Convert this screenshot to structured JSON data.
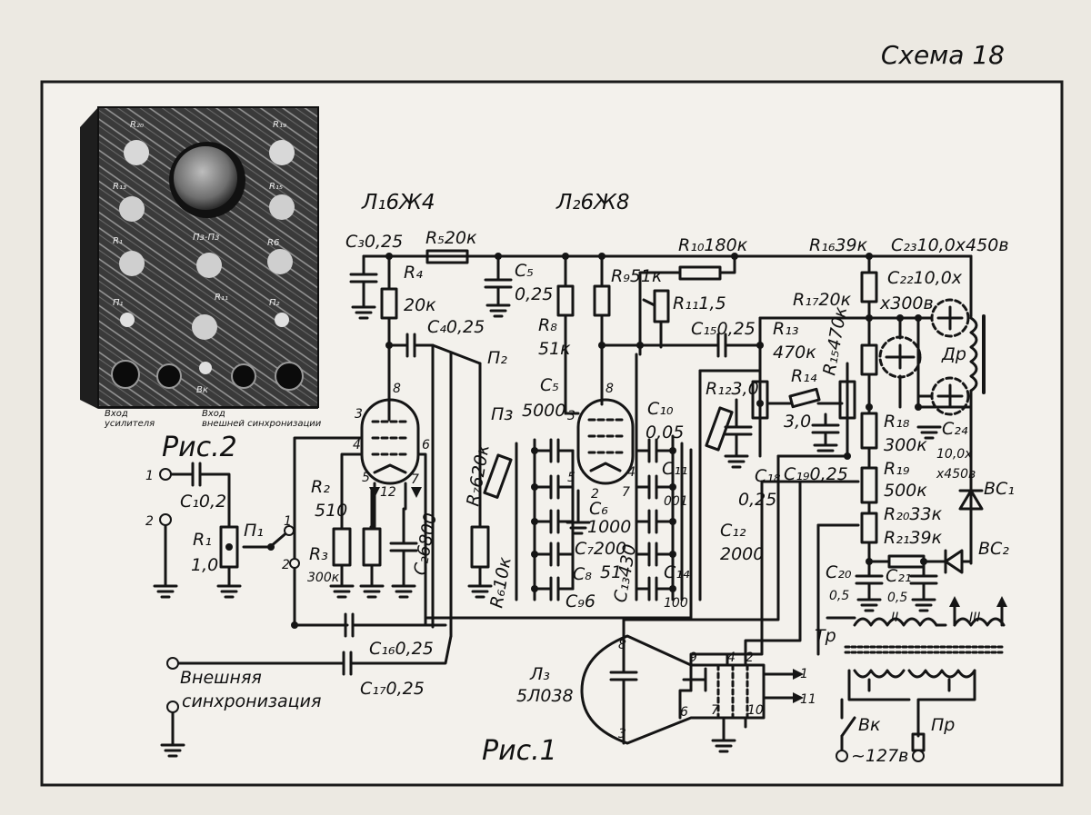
{
  "scheme_title": "Схема 18",
  "fig1_label": "Рис.1",
  "fig2_label": "Рис.2",
  "tubes": {
    "l1": "Л₁6Ж4",
    "l2": "Л₂6Ж8",
    "l3_name": "Л₃",
    "l3_type": "5Л038"
  },
  "photo": {
    "knobs": [
      "R₂₀",
      "R₁₉",
      "R₁₃",
      "R₁₅",
      "R₁",
      "Пз-Пз",
      "R6",
      "R₁₁",
      "П₁",
      "П₂"
    ],
    "input_amp_1": "Вход",
    "input_amp_2": "усилителя",
    "input_sync_1": "Вход",
    "input_sync_2": "внешней синхронизации",
    "switch": "Вк"
  },
  "components": {
    "c3": "C₃0,25",
    "r5": "R₅20к",
    "r4a": "R₄",
    "r4b": "20к",
    "c4": "C₄0,25",
    "p2": "П₂",
    "c5a": "C₅",
    "c5b": "0,25",
    "r8a": "R₈",
    "r8b": "51к",
    "r9": "R₉51к",
    "r10": "R₁₀180к",
    "r11": "R₁₁1,5",
    "c15": "C₁₅0,25",
    "r16": "R₁₆39к",
    "c23": "C₂₃10,0х450в",
    "c22a": "C₂₂10,0х",
    "c22b": "х300в",
    "r17": "R₁₇20к",
    "r13a": "R₁₃",
    "r13b": "470к",
    "r15": "R₁₅470к",
    "dr": "Др",
    "r12": "R₁₂3,0",
    "r14a": "R₁₄",
    "r14b": "3,0",
    "c18a": "C₁₈",
    "c18b": "0,25",
    "c19": "C₁₉0,25",
    "r18a": "R₁₈",
    "r18b": "300к",
    "c24a": "C₂₄",
    "c24b": "10,0х",
    "c24c": "х450в",
    "r19a": "R₁₉",
    "r19b": "500к",
    "bc1": "ВС₁",
    "r20": "R₂₀33к",
    "r21": "R₂₁39к",
    "bc2": "ВС₂",
    "c20a": "C₂₀",
    "c20b": "0,5",
    "c21a": "C₂₁",
    "c21b": "0,5",
    "c10a": "C₁₀",
    "c10b": "0,05",
    "c11": "C₁₁",
    "c11v": "001",
    "c12a": "C₁₂",
    "c12b": "2000",
    "c13": "C₁₃430",
    "c14": "C₁₄",
    "c14v": "100",
    "p3": "Пз",
    "c5p": "C₅",
    "c5pv": "5000",
    "c6": "C₆",
    "c6v": "1000",
    "c7": "C₇200",
    "c8": "C₈",
    "c8v": "51",
    "c9": "C₉6",
    "r7": "R₇620к",
    "r6": "R₆10к",
    "r2a": "R₂",
    "r2b": "510",
    "r3a": "R₃",
    "r3b": "300к",
    "c2": "C₂6800",
    "p1": "П₁",
    "r1a": "R₁",
    "r1b": "1,0",
    "c1": "C₁0,2",
    "c16": "C₁₆0,25",
    "c17": "C₁₇0,25",
    "tr": "Тр",
    "w2": "II",
    "w3": "III",
    "vk": "Вк",
    "pr": "Пр",
    "mains": "~127в"
  },
  "sync_label_1": "Внешняя",
  "sync_label_2": "синхронизация",
  "pins": {
    "l1": [
      "8",
      "3",
      "4",
      "6",
      "5",
      "12",
      "7"
    ],
    "l2": [
      "8",
      "3",
      "5",
      "4",
      "2",
      "7"
    ],
    "l3": [
      "8",
      "9",
      "4",
      "2",
      "6",
      "7",
      "10",
      "1",
      "11",
      "3"
    ],
    "p1": [
      "1",
      "2"
    ],
    "fig2_in": [
      "1",
      "2"
    ]
  },
  "colors": {
    "ink": "#151515",
    "paper": "#ece9e2",
    "frame": "#1a1a1a"
  }
}
